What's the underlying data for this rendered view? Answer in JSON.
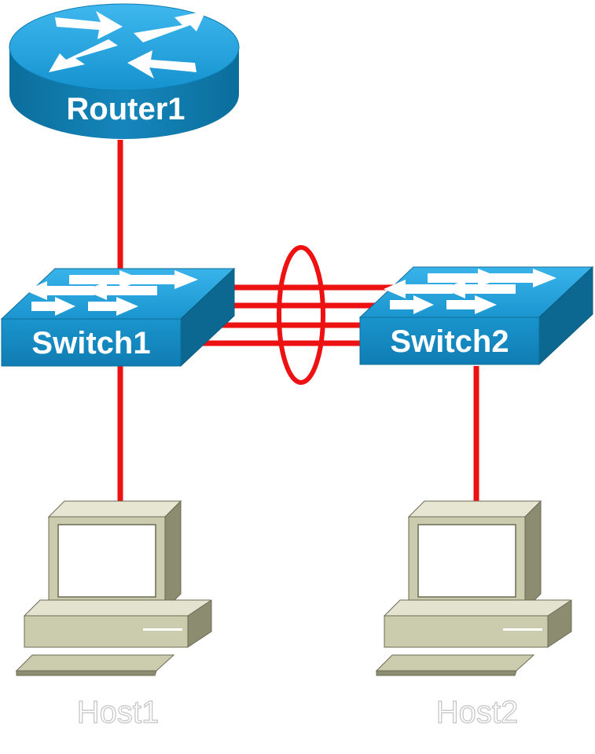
{
  "devices": {
    "router": {
      "label": "Router1",
      "icon": "router-icon"
    },
    "switch1": {
      "label": "Switch1",
      "icon": "switch-icon"
    },
    "switch2": {
      "label": "Switch2",
      "icon": "switch-icon"
    },
    "host1": {
      "label": "Host1",
      "icon": "desktop-computer-icon"
    },
    "host2": {
      "label": "Host2",
      "icon": "desktop-computer-icon"
    }
  },
  "links": [
    {
      "from": "router",
      "to": "switch1"
    },
    {
      "from": "switch1",
      "to": "switch2",
      "bundle": 4,
      "etherchannel": true
    },
    {
      "from": "switch1",
      "to": "host1"
    },
    {
      "from": "switch2",
      "to": "host2"
    }
  ],
  "colors": {
    "link": "#ee1111",
    "device_blue": "#1a9ad6",
    "device_dark": "#0e6e99",
    "pc_beige": "#cfcfb4"
  }
}
